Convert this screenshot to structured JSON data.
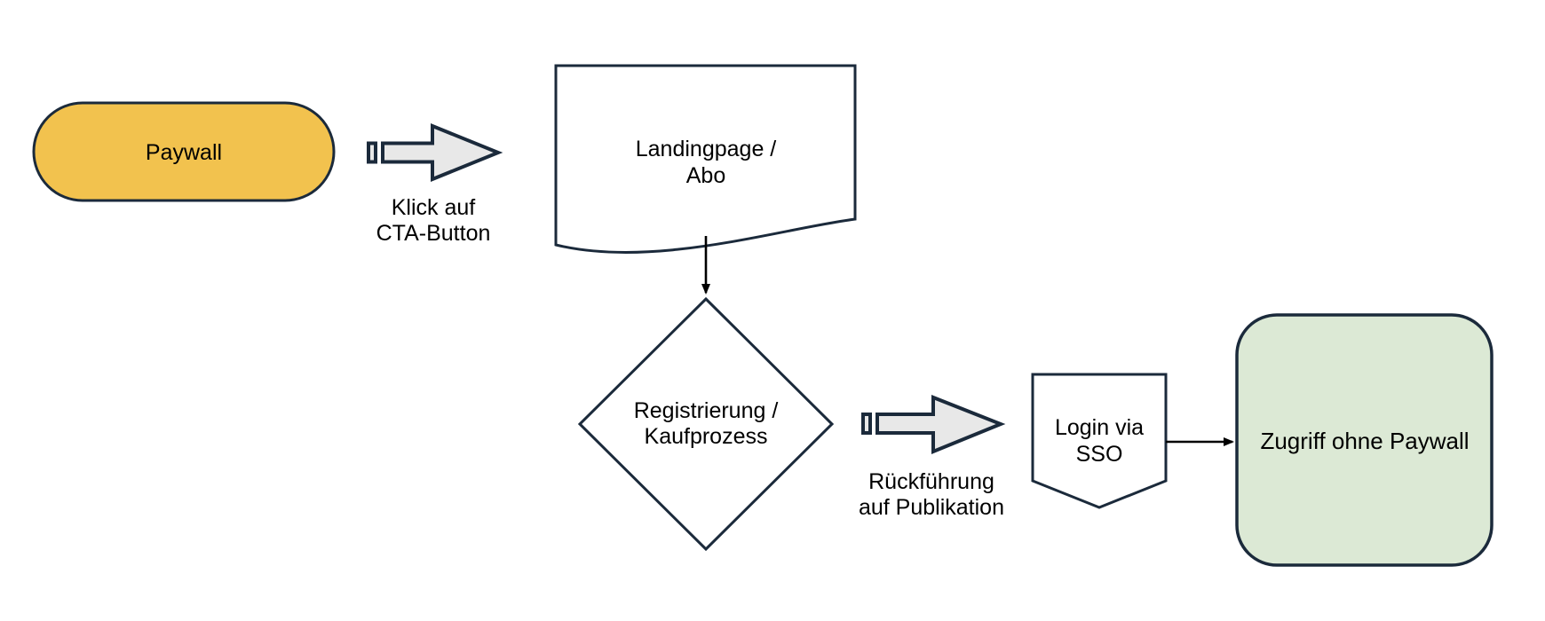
{
  "diagram": {
    "background": "#FFFFFF",
    "outline_color": "#1B2A3B",
    "connector_color": "#000000",
    "text_color": "#000000",
    "block_arrow_fill": "#E8E8E8",
    "nodes": {
      "paywall": {
        "shape": "stadium",
        "fill": "#F2C24E",
        "lines": [
          "Paywall"
        ]
      },
      "landingpage": {
        "shape": "document",
        "fill": "#FFFFFF",
        "lines": [
          "Landingpage /",
          "Abo"
        ]
      },
      "registrierung": {
        "shape": "decision-diamond",
        "fill": "#FFFFFF",
        "lines": [
          "Registrierung /",
          "Kaufprozess"
        ]
      },
      "login_sso": {
        "shape": "off-page-connector",
        "fill": "#FFFFFF",
        "lines": [
          "Login via",
          "SSO"
        ]
      },
      "zugriff": {
        "shape": "rounded-rectangle",
        "fill": "#DCE9D5",
        "lines": [
          "Zugriff ohne Paywall"
        ]
      }
    },
    "edges": {
      "paywall_to_landingpage": {
        "type": "striped-block-arrow",
        "lines": [
          "Klick auf",
          "CTA-Button"
        ]
      },
      "landingpage_to_registrierung": {
        "type": "plain-arrow",
        "lines": []
      },
      "registrierung_to_login": {
        "type": "striped-block-arrow",
        "lines": [
          "Rückführung",
          "auf Publikation"
        ]
      },
      "login_to_zugriff": {
        "type": "plain-arrow",
        "lines": []
      }
    }
  }
}
